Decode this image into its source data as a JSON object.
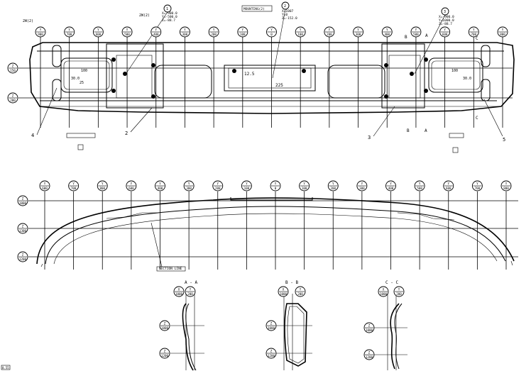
{
  "top_view": {
    "x_stations": [
      "900",
      "700",
      "600",
      "500",
      "400",
      "300",
      "200",
      "100",
      "0",
      "100",
      "200",
      "300",
      "400",
      "500",
      "600",
      "700",
      "800"
    ],
    "z_stations": [
      "150",
      "200"
    ],
    "callouts": {
      "c1": "1",
      "c1_coords": [
        "X=-900.0",
        "Y=-500.0",
        "Z=-88.7"
      ],
      "c2": "2",
      "c2_coords": [
        "X=1007",
        "Y=0",
        "Z=-152.0"
      ],
      "c3": "3",
      "c3_coords": [
        "X=-900.0",
        "Y=1000.0",
        "Z=-88.7"
      ]
    },
    "part_numbers": [
      "1",
      "2",
      "3",
      "4",
      "5"
    ],
    "dims": {
      "d225": "225",
      "d12_5": "12.5",
      "d100_l": "100",
      "d100_r": "100",
      "d30_l": "30.0",
      "d30_r": "30.0",
      "d25": "25"
    },
    "section_letters": {
      "a1": "A",
      "a2": "A",
      "b1": "B",
      "b2": "B",
      "c1": "C",
      "c2": "C"
    },
    "top_labels": {
      "left_note": "2W(2)",
      "mid_note": "2W(2)",
      "box_label": "MOUNTING(2)"
    }
  },
  "side_view": {
    "x_stations": [
      "600",
      "700",
      "800",
      "600",
      "400",
      "300",
      "200",
      "100",
      "0",
      "100",
      "200",
      "300",
      "400",
      "500",
      "600",
      "700",
      "800"
    ],
    "z_stations": [
      "1000",
      "1300",
      "1200"
    ],
    "flag_label": "SECTION LINE"
  },
  "sections": [
    {
      "title": "A - A",
      "top_tags": [
        "1000",
        "200"
      ],
      "z_tags": [
        "1000",
        "1200"
      ]
    },
    {
      "title": "B - B",
      "top_tags": [
        "1000",
        "200"
      ],
      "z_tags": [
        "1000",
        "1200"
      ]
    },
    {
      "title": "C - C",
      "top_tags": [
        "1000",
        "200"
      ],
      "z_tags": [
        "1000",
        "1200"
      ]
    }
  ],
  "corner_label": "0.55"
}
